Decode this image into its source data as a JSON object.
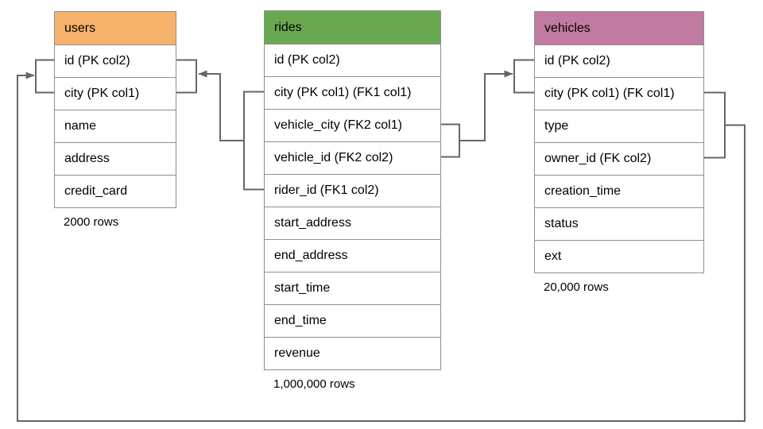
{
  "diagram": {
    "line_color": "#666666",
    "tables": [
      {
        "name": "users",
        "header_color": "#f6b26b",
        "columns": [
          "id (PK col2)",
          "city (PK col1)",
          "name",
          "address",
          "credit_card"
        ],
        "row_count_label": "2000 rows"
      },
      {
        "name": "rides",
        "header_color": "#6aa84f",
        "columns": [
          "id (PK col2)",
          "city (PK col1) (FK1 col1)",
          "vehicle_city (FK2 col1)",
          "vehicle_id (FK2 col2)",
          "rider_id (FK1 col2)",
          "start_address",
          "end_address",
          "start_time",
          "end_time",
          "revenue"
        ],
        "row_count_label": "1,000,000 rows"
      },
      {
        "name": "vehicles",
        "header_color": "#c27ba0",
        "columns": [
          "id (PK col2)",
          "city (PK col1) (FK col1)",
          "type",
          "owner_id (FK col2)",
          "creation_time",
          "status",
          "ext"
        ],
        "row_count_label": "20,000 rows"
      }
    ],
    "relationships": [
      {
        "name": "rides-to-users",
        "foreign_key": "FK1",
        "from_table": "rides",
        "from_columns": "city, rider_id",
        "to_table": "users",
        "to_columns": "id, city"
      },
      {
        "name": "rides-to-vehicles",
        "foreign_key": "FK2",
        "from_table": "rides",
        "from_columns": "vehicle_city, vehicle_id",
        "to_table": "vehicles",
        "to_columns": "id, city"
      },
      {
        "name": "vehicles-to-users",
        "foreign_key": "FK",
        "from_table": "vehicles",
        "from_columns": "city, owner_id",
        "to_table": "users",
        "to_columns": "id, city"
      }
    ]
  }
}
